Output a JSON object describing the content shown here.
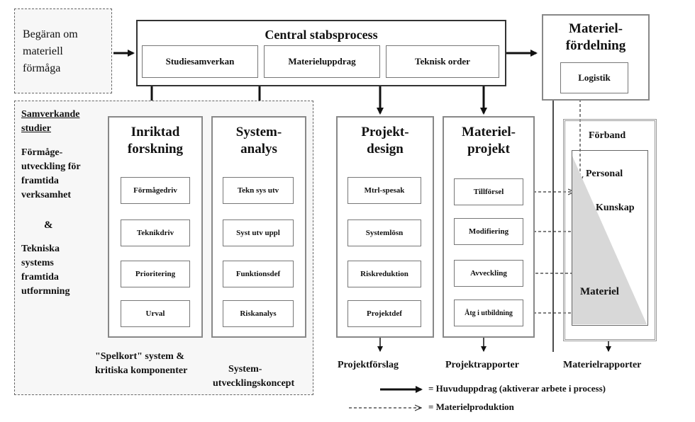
{
  "input": {
    "lines": [
      "Begäran om",
      "materiell",
      "förmåga"
    ]
  },
  "central": {
    "title": "Central stabsprocess",
    "items": [
      "Studiesamverkan",
      "Materieluppdrag",
      "Teknisk order"
    ]
  },
  "distribution": {
    "title_lines": [
      "Materiel-",
      "fördelning"
    ],
    "logistics": "Logistik"
  },
  "studies": {
    "heading_lines": [
      "Samverkande",
      "studier"
    ],
    "item1_lines": [
      "Förmåge-",
      "utveckling för",
      "framtida",
      "verksamhet"
    ],
    "amp": "&",
    "item2_lines": [
      "Tekniska",
      "systems",
      "framtida",
      "utformning"
    ]
  },
  "research": {
    "title_lines": [
      "Inriktad",
      "forskning"
    ],
    "items": [
      "Förmågedriv",
      "Teknikdriv",
      "Prioritering",
      "Urval"
    ],
    "output_lines": [
      "\"Spelkort\" system &",
      "kritiska komponenter"
    ]
  },
  "analysis": {
    "title_lines": [
      "System-",
      "analys"
    ],
    "items": [
      "Tekn sys utv",
      "Syst utv uppl",
      "Funktionsdef",
      "Riskanalys"
    ],
    "output_lines": [
      "System-",
      "utvecklingskoncept"
    ]
  },
  "design": {
    "title_lines": [
      "Projekt-",
      "design"
    ],
    "items": [
      "Mtrl-spesak",
      "Systemlösn",
      "Riskreduktion",
      "Projektdef"
    ],
    "output": "Projektförslag"
  },
  "project": {
    "title_lines": [
      "Materiel-",
      "projekt"
    ],
    "items": [
      "Tillförsel",
      "Modifiering",
      "Avveckling",
      "Åtg i utbildning"
    ],
    "output": "Projektrapporter"
  },
  "unit": {
    "title": "Förband",
    "personal": "Personal",
    "knowledge": "Kunskap",
    "materiel": "Materiel",
    "output": "Materielrapporter"
  },
  "legend": {
    "solid": "= Huvuduppdrag (aktiverar arbete i process)",
    "dashed": "= Materielproduktion"
  }
}
